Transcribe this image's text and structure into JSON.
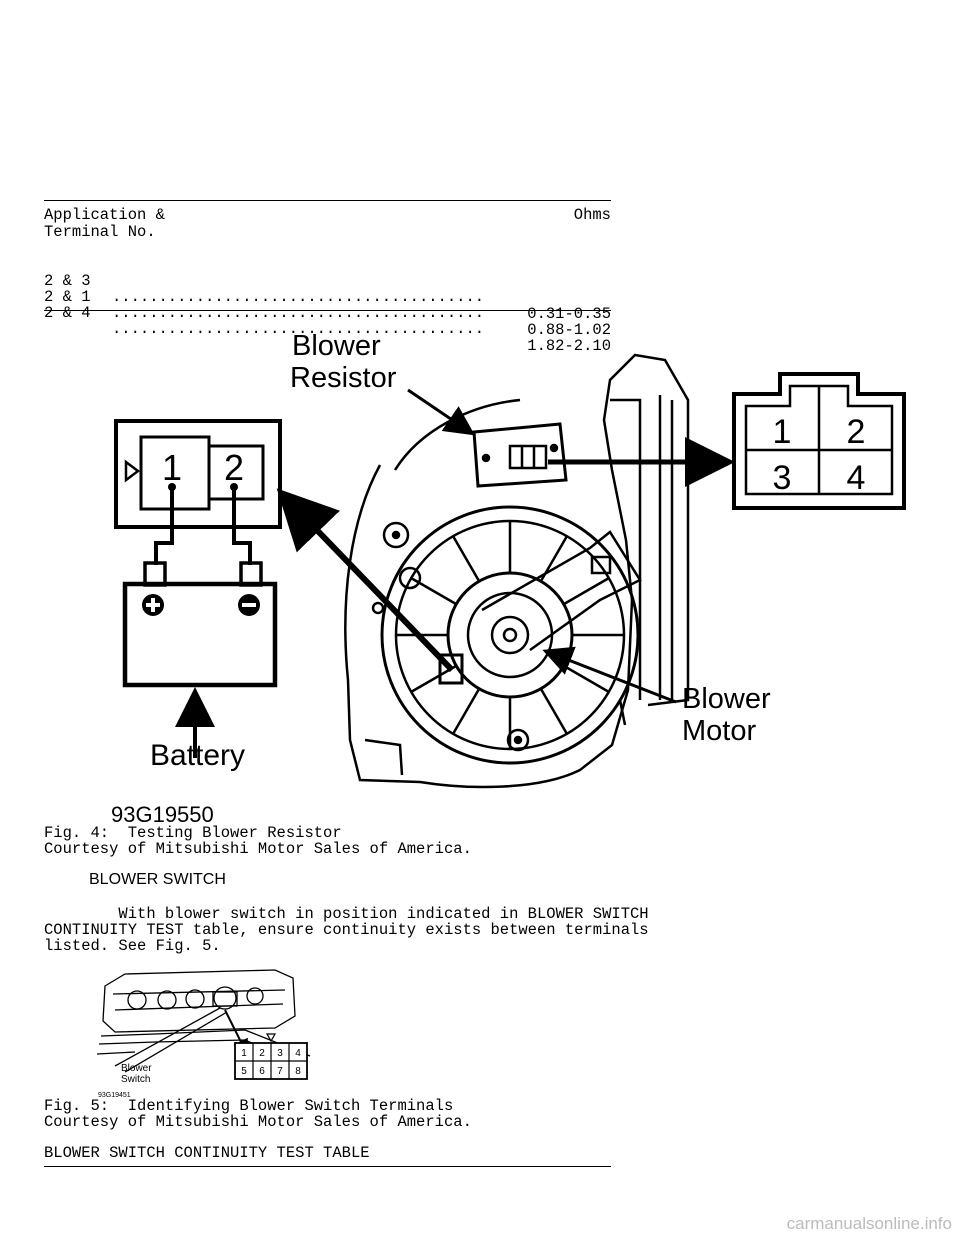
{
  "resistance_table": {
    "header_left": [
      "Application &",
      "Terminal No."
    ],
    "header_right": "Ohms",
    "rows": [
      {
        "terminals": "2 & 3",
        "dots": "........................................",
        "ohms": "0.31-0.35"
      },
      {
        "terminals": "2 & 1",
        "dots": "........................................",
        "ohms": "0.88-1.02"
      },
      {
        "terminals": "2 & 4",
        "dots": "........................................",
        "ohms": "1.82-2.10"
      }
    ]
  },
  "fig4": {
    "labels": {
      "resistor_line1": "Blower",
      "resistor_line2": "Resistor",
      "motor_line1": "Blower",
      "motor_line2": "Motor",
      "battery": "Battery",
      "pin1": "1",
      "pin2": "2",
      "term1": "1",
      "term2": "2",
      "term3": "3",
      "term4": "4",
      "code": "93G19550"
    },
    "caption": "Fig. 4:  Testing Blower Resistor",
    "courtesy": "Courtesy of Mitsubishi Motor Sales of America."
  },
  "section": {
    "heading": "BLOWER SWITCH",
    "body_lines": [
      "        With blower switch in position indicated in BLOWER SWITCH",
      "CONTINUITY TEST table, ensure continuity exists between terminals",
      "listed. See Fig. 5."
    ]
  },
  "fig5": {
    "label_line1": "Blower",
    "label_line2": "Switch",
    "code": "93G19451",
    "terminals": [
      "1",
      "2",
      "3",
      "4",
      "5",
      "6",
      "7",
      "8"
    ],
    "caption": "Fig. 5:  Identifying Blower Switch Terminals",
    "courtesy": "Courtesy of Mitsubishi Motor Sales of America."
  },
  "table_title": "BLOWER SWITCH CONTINUITY TEST TABLE",
  "watermark": "carmanualsonline.info"
}
